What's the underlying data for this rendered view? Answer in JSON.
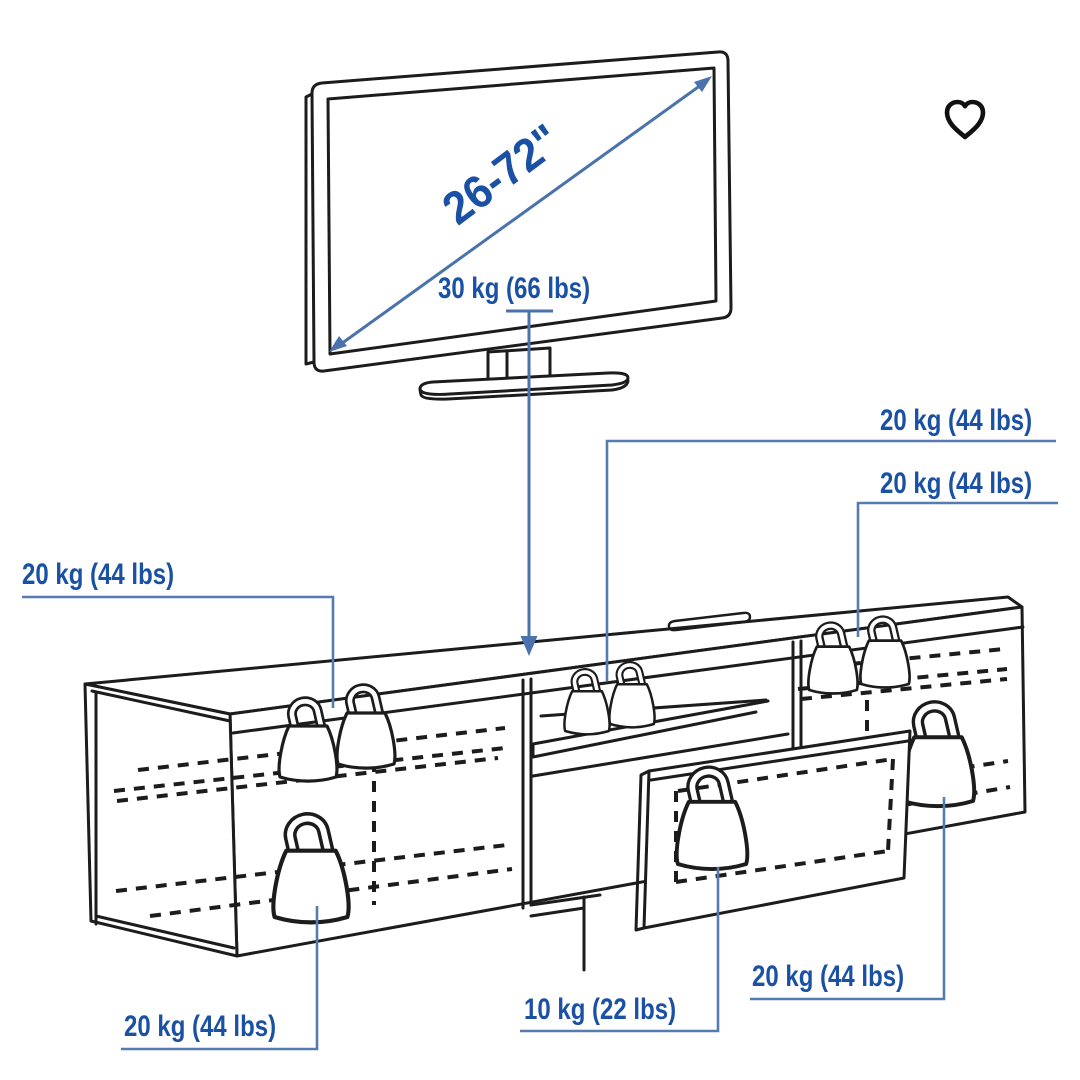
{
  "colors": {
    "label_text": "#1a51a4",
    "leader_line": "#567bb0",
    "arrow_blue": "#4a72ad",
    "outline": "#1c1c1c",
    "background": "#ffffff"
  },
  "icons": {
    "favorite": "heart-outline-icon",
    "weights": "weight-kettlebell-icon"
  },
  "tv": {
    "screen_size_label": "26-72\"",
    "max_load_label": "30 kg (66 lbs)"
  },
  "bench_capacity_labels": {
    "left_shelf": "20 kg (44 lbs)",
    "middle_shelf": "20 kg (44 lbs)",
    "right_shelf": "20 kg (44 lbs)",
    "left_bottom": "20 kg (44 lbs)",
    "middle_drawer": "10 kg (22 lbs)",
    "right_drawer": "20 kg (44 lbs)"
  }
}
